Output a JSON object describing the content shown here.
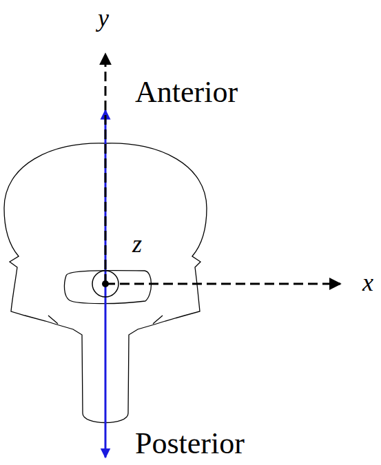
{
  "diagram": {
    "labels": [
      "y",
      "Anterior",
      "z",
      "x",
      "Posterior"
    ]
  }
}
